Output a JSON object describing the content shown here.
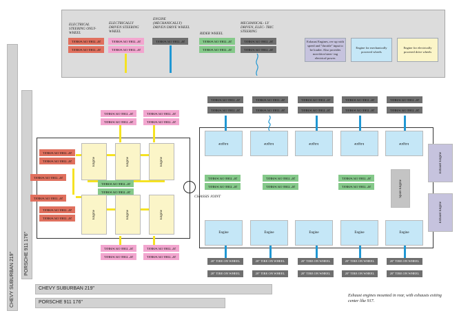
{
  "tire_text": "20\" TIRE ON WHEEL",
  "legend": {
    "labels": [
      "ELECTRICAL STEERING ONLY- WHEEL",
      "ELECTRICALLY DRIVEN STEERING WHEEL",
      "ENGINE (MECHANICALLY) DRIVEN DRIVE WHEEL",
      "RIDER WHEEL",
      "MECHANICAL- LY DRIVEN, ELEC- TRIC STEERING"
    ],
    "boxes": [
      "Exhaust Engines, rev up with speed and \"throttle\" input to be louder. Also provides non-drive/steer- ing electrical power.",
      "Engine for mechanically powered wheels",
      "Engine for electrically powered drive wheels"
    ]
  },
  "labels": {
    "engine": "Engine",
    "chassis_joint": "CHASSIS JOINT",
    "spare_engine": "Spare Engine",
    "exhaust_engine": "Exhaust Engine"
  },
  "car_bars": {
    "suburban": "CHEVY SUBURBAN 219\"",
    "porsche": "PORSCHE 911 176\""
  },
  "footnote": "Exhaust engines mounted in rear, with exhausts exiting center like 917.",
  "colors": {
    "electrical_steering": "#e0705e",
    "electric_drive_steering": "#f2a6cf",
    "mechanical_drive": "#6f6f6f",
    "rider": "#85c98a",
    "mech_engine": "#c5e7f7",
    "elec_engine": "#fbf5c8",
    "exhaust_engine": "#c6c3de",
    "connector_yellow": "#f5e222",
    "connector_blue": "#1f97d3"
  }
}
